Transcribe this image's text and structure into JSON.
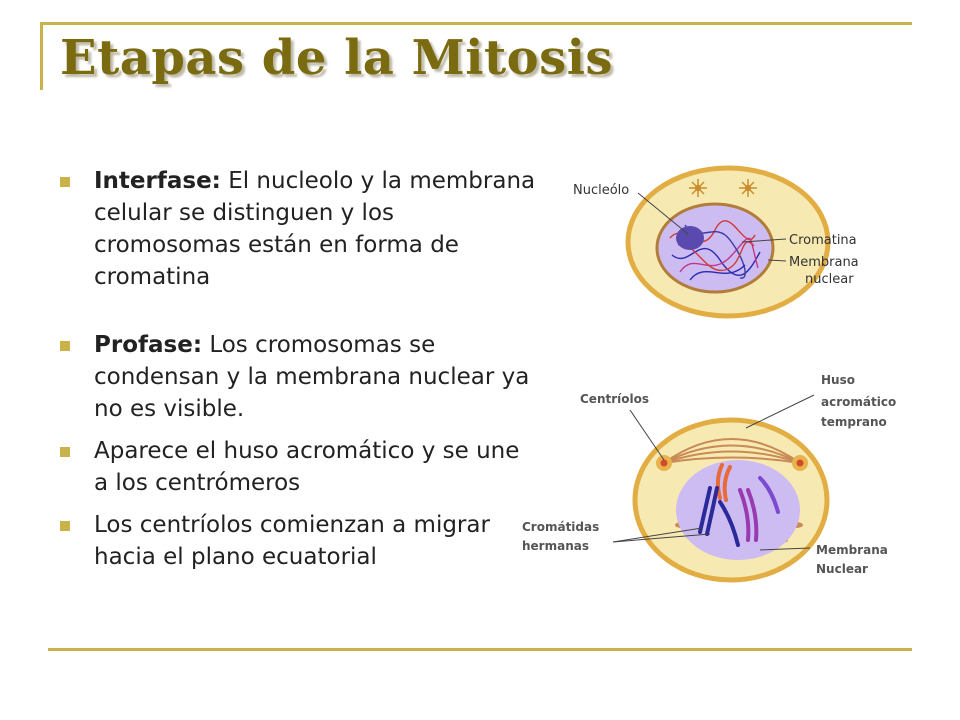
{
  "slide": {
    "title": "Etapas de la Mitosis",
    "bullets": [
      {
        "term": "Interfase:",
        "text": " El nucleolo y la membrana celular se distinguen y los cromosomas están en forma de cromatina"
      },
      {
        "term": "Profase:",
        "text": " Los cromosomas se condensan y la membrana nuclear ya no es visible."
      },
      {
        "term": "",
        "text": "Aparece el huso acromático y se une a los centrómeros"
      },
      {
        "term": "",
        "text": "Los centríolos comienzan a migrar hacia el plano ecuatorial"
      }
    ]
  },
  "diagram_interphase": {
    "labels": {
      "nucleolus": "Nucleólo",
      "chromatin": "Cromatina",
      "nuclear_membrane_1": "Membrana",
      "nuclear_membrane_2": "nuclear"
    }
  },
  "diagram_prophase": {
    "labels": {
      "centrioles": "Centríolos",
      "spindle_1": "Huso",
      "spindle_2": "acromático",
      "spindle_3": "temprano",
      "sister_chromatids_1": "Cromátidas",
      "sister_chromatids_2": "hermanas",
      "nuclear_membrane_1": "Membrana",
      "nuclear_membrane_2": "Nuclear"
    }
  },
  "colors": {
    "accent": "#c9b24a",
    "title": "#7a6a10",
    "cell_fill": "#f7e9b2",
    "cell_border": "#e2ad42",
    "nucleus_fill": "#cdbcf2"
  }
}
